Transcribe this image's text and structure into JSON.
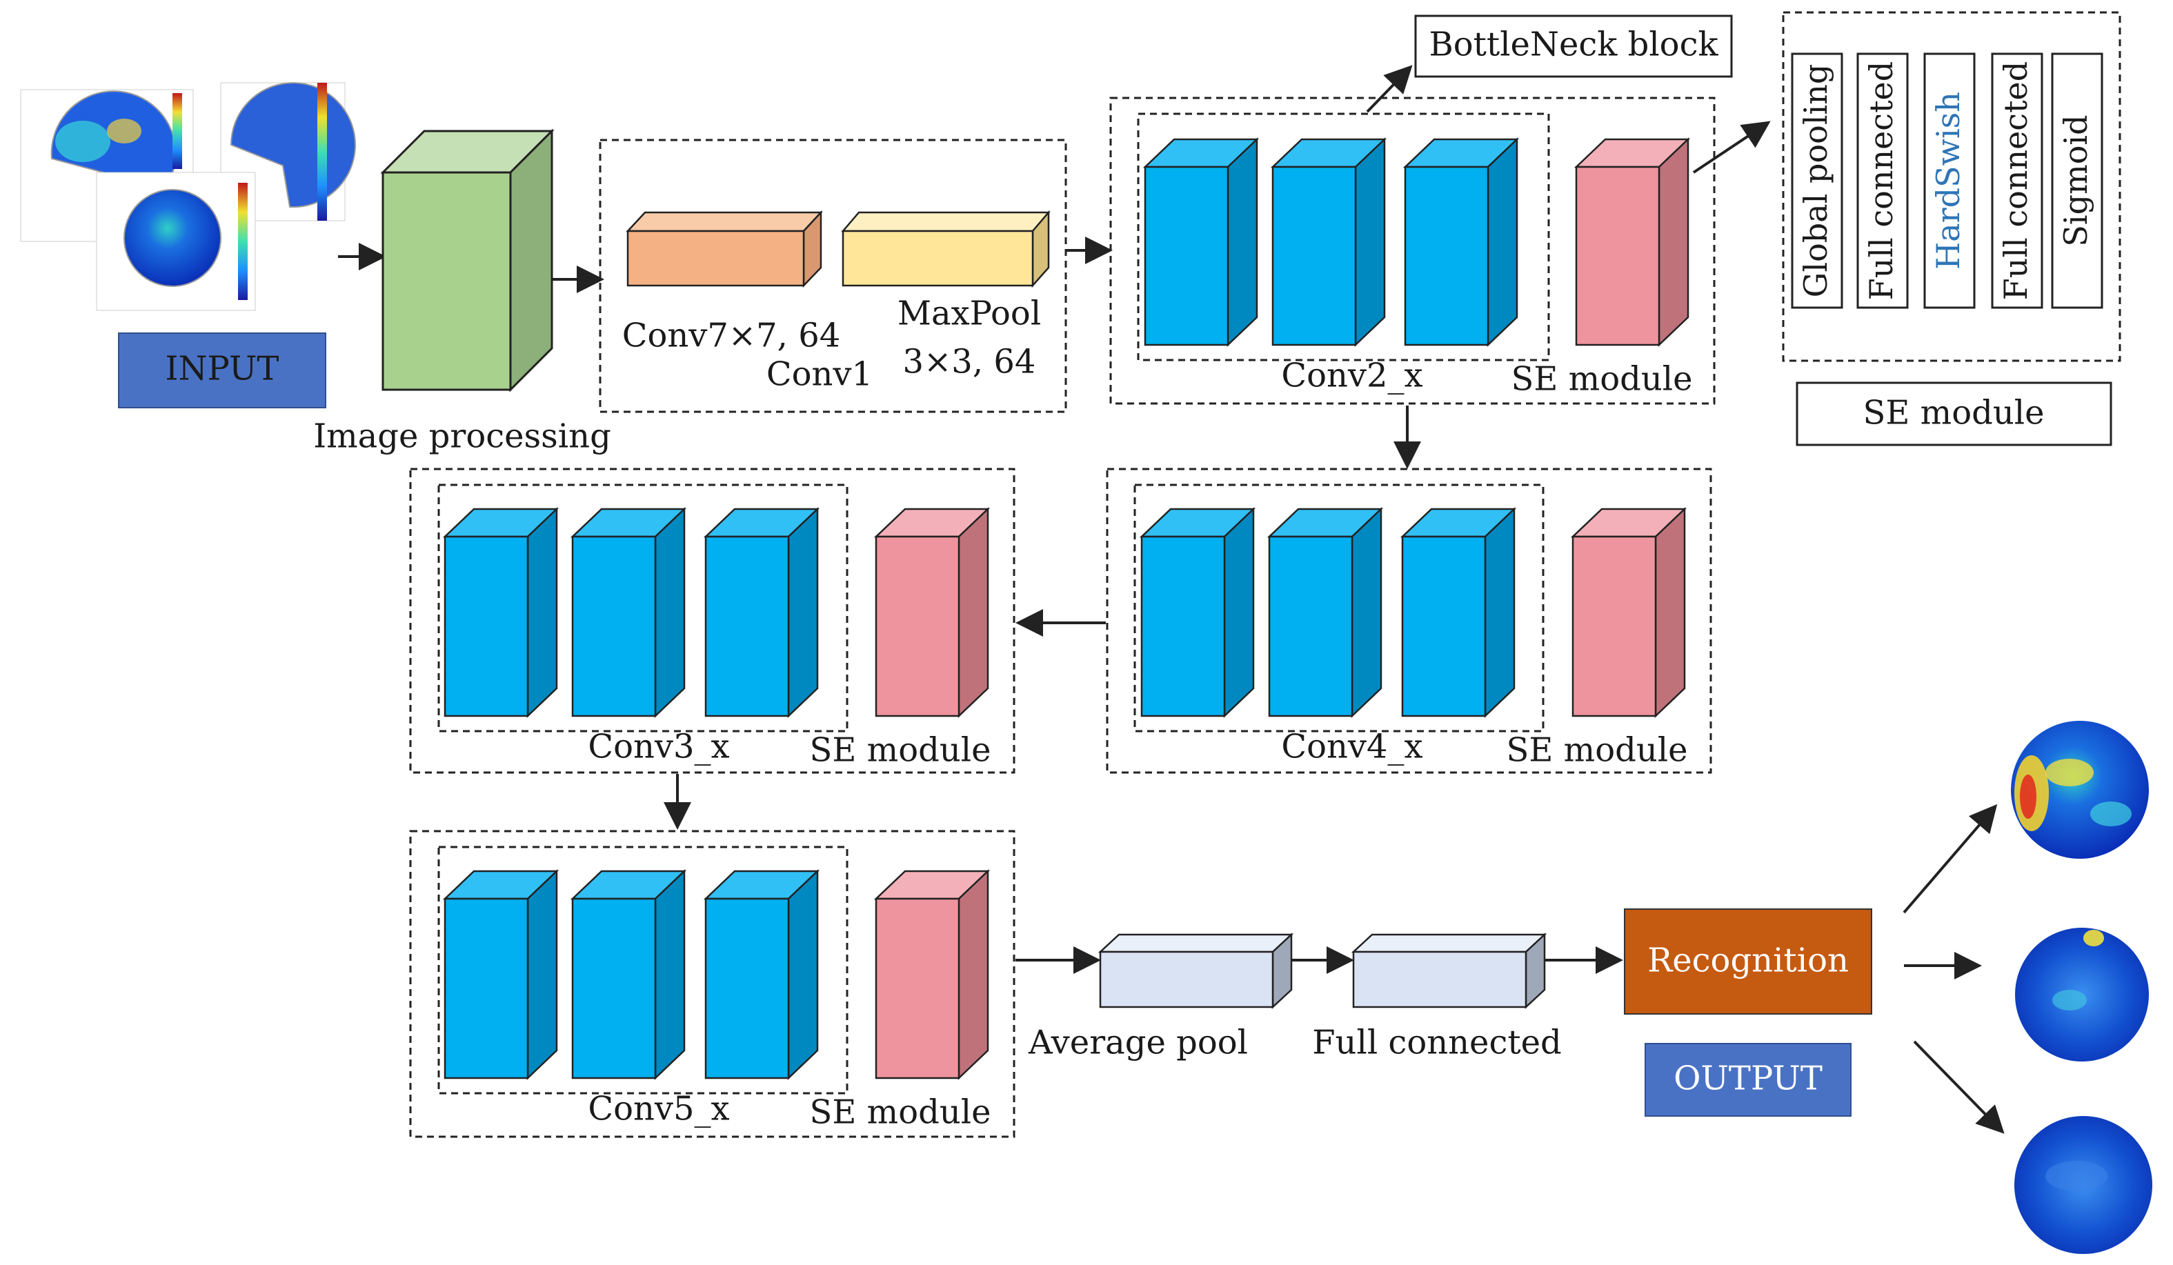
{
  "input_label": "INPUT",
  "output_label": "OUTPUT",
  "image_processing_label": "Image processing",
  "conv1": {
    "conv_label": "Conv7×7, 64",
    "block_label": "Conv1",
    "maxpool_label_1": "MaxPool",
    "maxpool_label_2": "3×3, 64"
  },
  "bottleneck_label": "BottleNeck block",
  "se_module_label": "SE module",
  "se_detail": {
    "items": [
      "Global pooling",
      "Full connected",
      "HardSwish",
      "Full connected",
      "Sigmoid"
    ],
    "title": "SE module"
  },
  "stages": {
    "conv2": "Conv2_x",
    "conv3": "Conv3_x",
    "conv4": "Conv4_x",
    "conv5": "Conv5_x"
  },
  "average_pool_label": "Average pool",
  "full_connected_label": "Full connected",
  "recognition_label": "Recognition",
  "colors": {
    "input_box": "#4a72c4",
    "recognition_box": "#c55a11",
    "cube_blue": "#00b0f0",
    "cube_pink": "#ee949e",
    "cube_green": "#a9d18e",
    "conv_orange": "#f4b183",
    "maxpool_yellow": "#ffe699",
    "pool_lavender": "#dae3f3",
    "hardswish_text": "#2e75b6"
  }
}
